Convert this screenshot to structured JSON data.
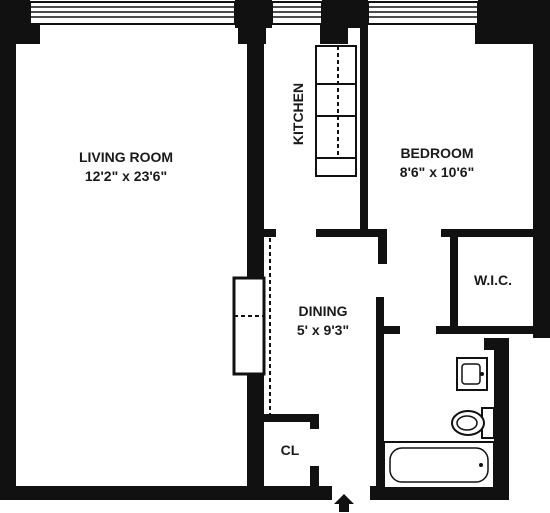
{
  "rooms": {
    "living_room": {
      "name": "LIVING ROOM",
      "size": "12'2\" x 23'6\""
    },
    "kitchen": {
      "name": "KITCHEN"
    },
    "bedroom": {
      "name": "BEDROOM",
      "size": "8'6\" x 10'6\""
    },
    "wic": {
      "name": "W.I.C."
    },
    "dining": {
      "name": "DINING",
      "size": "5' x 9'3\""
    },
    "closet": {
      "name": "CL"
    }
  },
  "colors": {
    "wall": "#111111",
    "background": "#ffffff"
  },
  "icons": {
    "entry": "entry-arrow-icon"
  }
}
